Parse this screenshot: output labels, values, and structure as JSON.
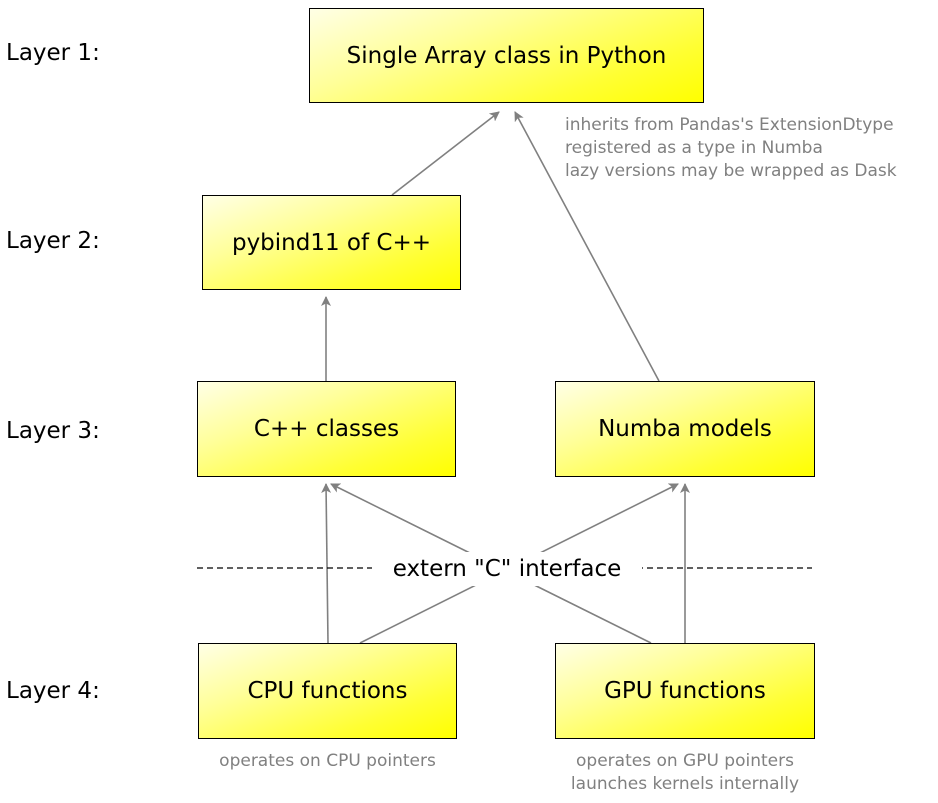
{
  "layers": {
    "layer1": "Layer 1:",
    "layer2": "Layer 2:",
    "layer3": "Layer 3:",
    "layer4": "Layer 4:"
  },
  "boxes": {
    "single_array": "Single Array class in Python",
    "pybind11": "pybind11 of C++",
    "cpp_classes": "C++ classes",
    "numba_models": "Numba models",
    "cpu_functions": "CPU functions",
    "gpu_functions": "GPU functions"
  },
  "interface": {
    "label": "extern \"C\" interface"
  },
  "notes": {
    "array_notes": [
      "inherits from Pandas's ExtensionDtype",
      "registered as a type in Numba",
      "lazy versions may be wrapped as Dask"
    ],
    "cpu_notes": [
      "operates on CPU pointers"
    ],
    "gpu_notes": [
      "operates on GPU pointers",
      "launches kernels internally"
    ]
  },
  "colors": {
    "box_fill": "#ffff00",
    "arrow": "#808080",
    "note_text": "#808080"
  }
}
